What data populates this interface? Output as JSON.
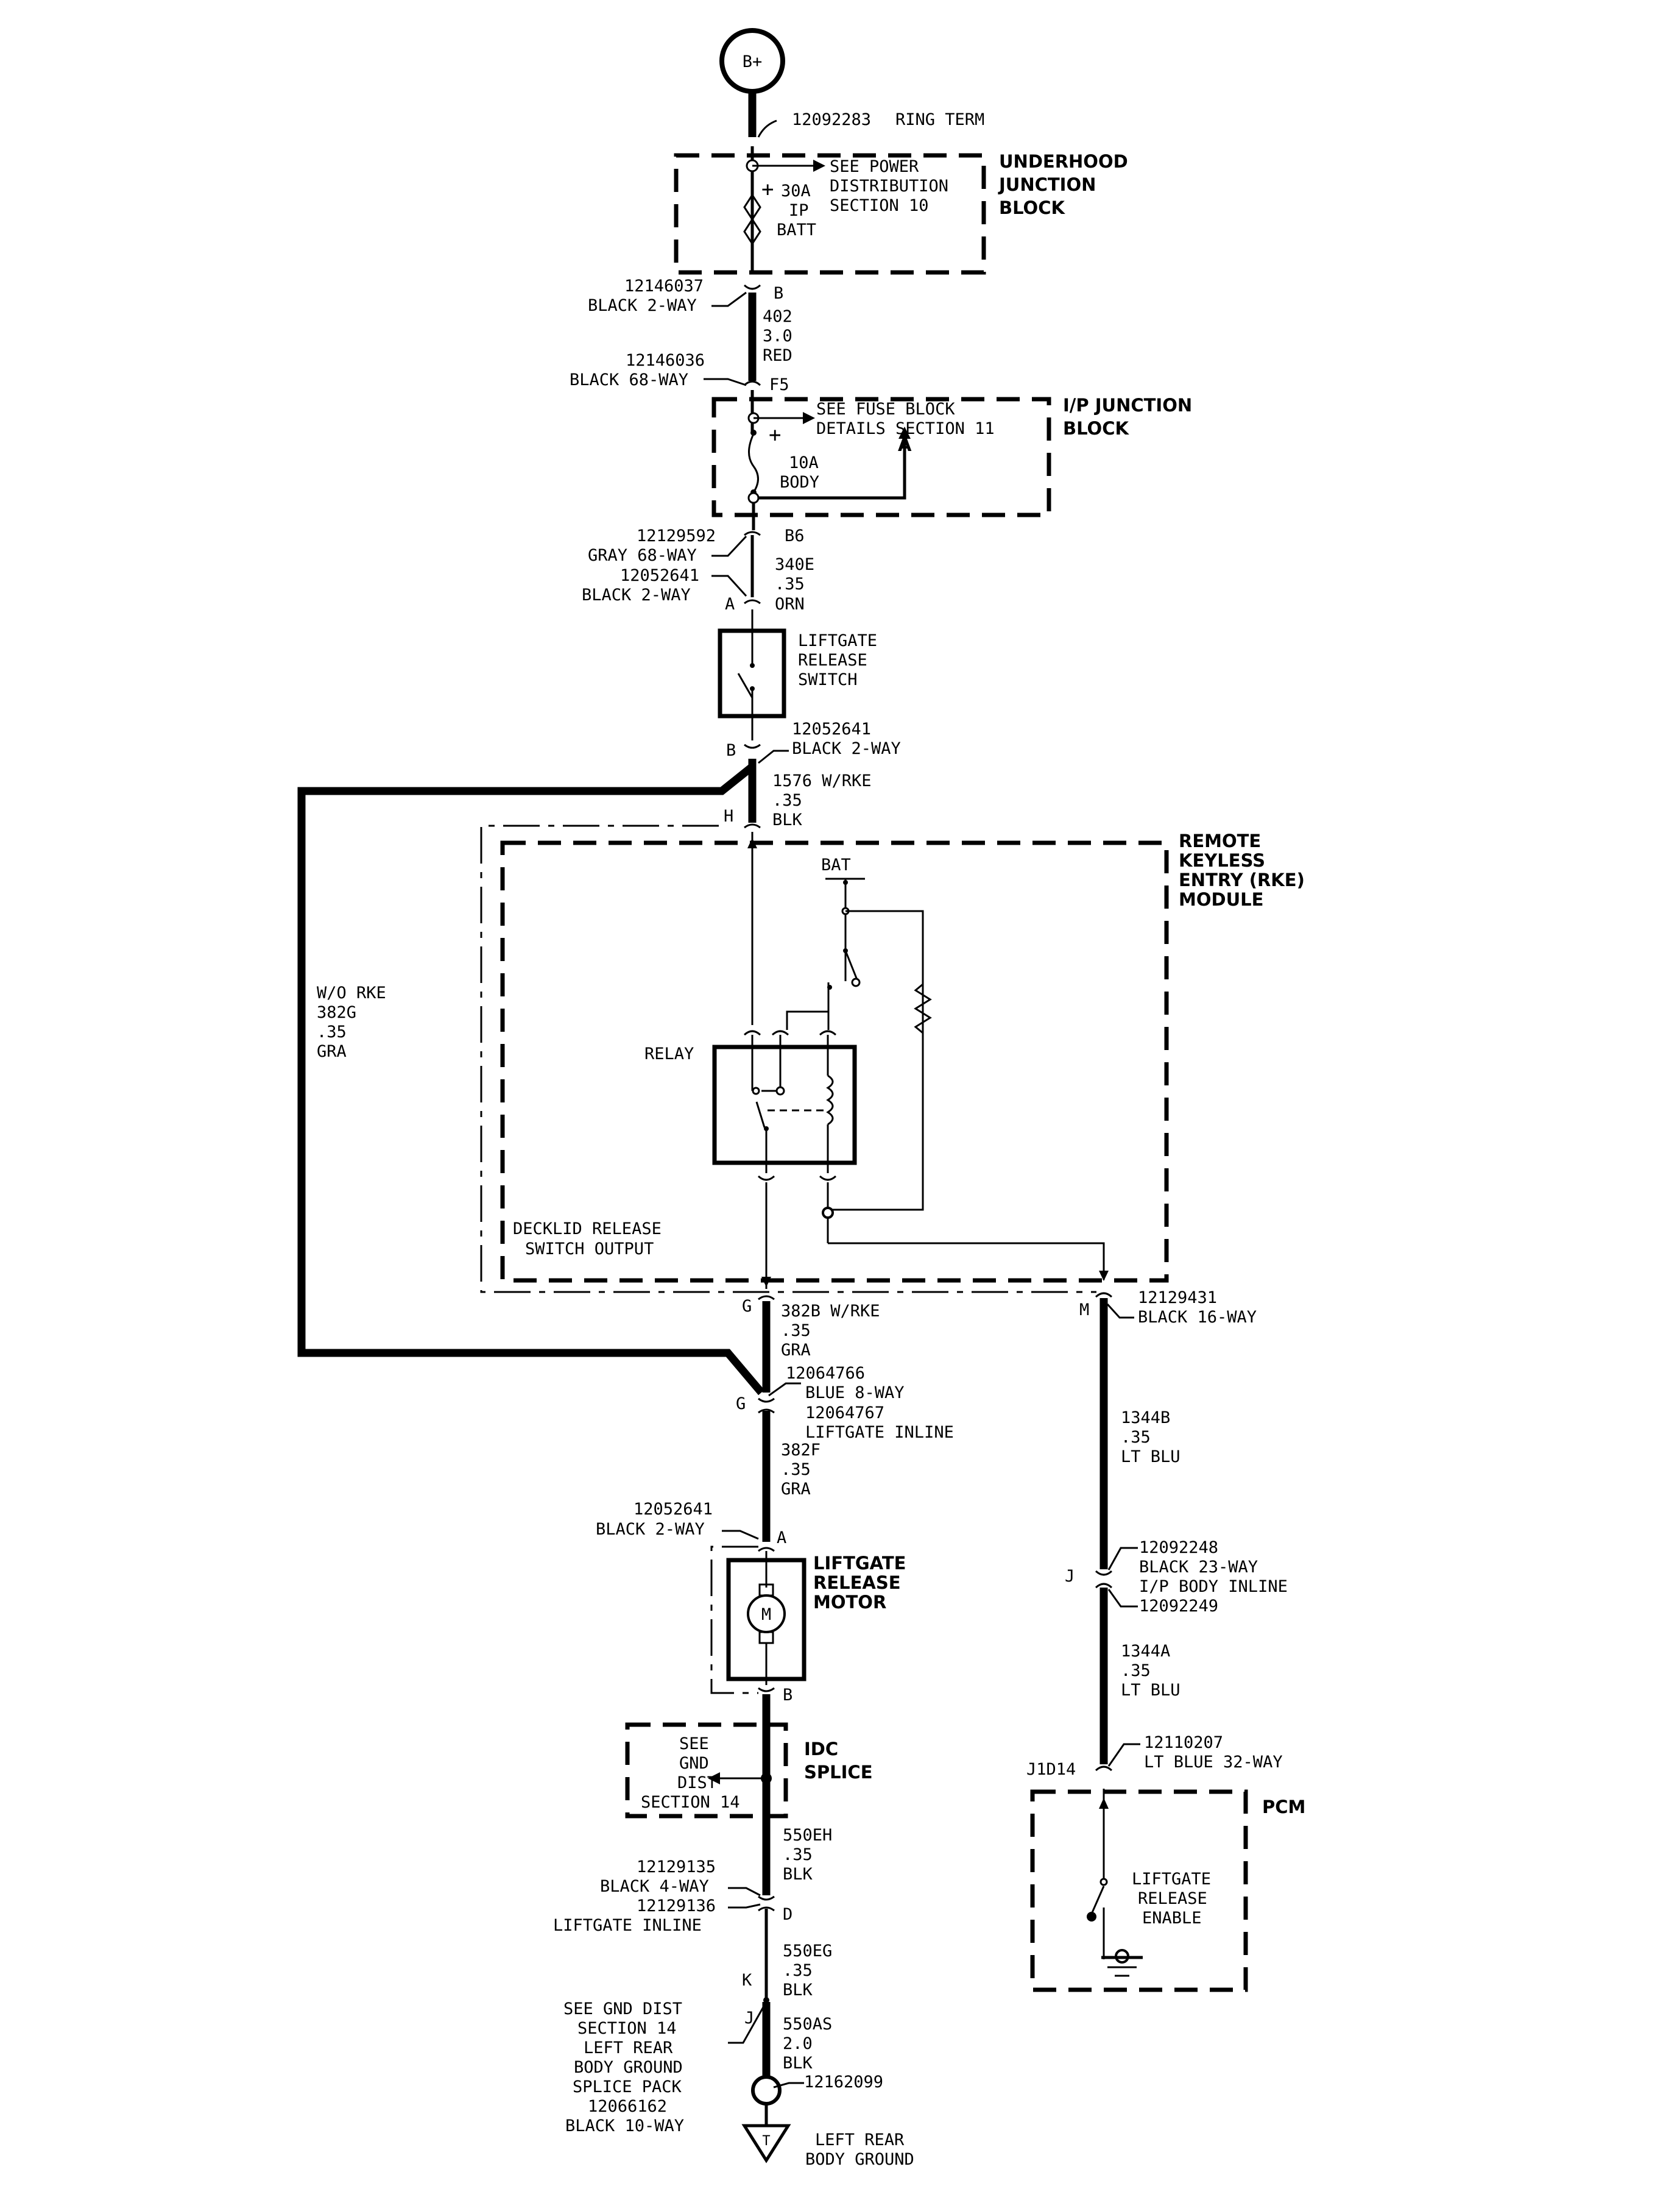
{
  "battery": {
    "label": "B+"
  },
  "ring_term": {
    "part": "12092283",
    "type": "RING TERM"
  },
  "underhood": {
    "title": [
      "UNDERHOOD",
      "JUNCTION",
      "BLOCK"
    ],
    "note": [
      "SEE POWER",
      "DISTRIBUTION",
      "SECTION 10"
    ],
    "fuse": [
      "30A",
      "IP",
      "BATT"
    ]
  },
  "conn_b": {
    "part": "12146037",
    "type": "BLACK 2-WAY",
    "pin": "B"
  },
  "wire_402": [
    "402",
    "3.0",
    "RED"
  ],
  "conn_f5": {
    "part": "12146036",
    "type": "BLACK 68-WAY",
    "pin": "F5"
  },
  "ip_junction": {
    "title": [
      "I/P JUNCTION",
      "BLOCK"
    ],
    "note": [
      "SEE FUSE BLOCK",
      "DETAILS SECTION 11"
    ],
    "fuse": [
      "10A",
      "BODY"
    ],
    "ref": "A"
  },
  "conn_b6": {
    "part1": "12129592",
    "type1": "GRAY 68-WAY",
    "part2": "12052641",
    "type2": "BLACK 2-WAY",
    "pin": "B6",
    "pin_a": "A"
  },
  "wire_340e": [
    "340E",
    ".35",
    "ORN"
  ],
  "switch": {
    "label": [
      "LIFTGATE",
      "RELEASE",
      "SWITCH"
    ]
  },
  "conn_sw_b": {
    "pin": "B",
    "part": "12052641",
    "type": "BLACK 2-WAY"
  },
  "wire_1576": [
    "1576  W/RKE",
    ".35",
    "BLK"
  ],
  "pin_h": "H",
  "bypass_wire": [
    "W/O RKE",
    "382G",
    ".35",
    "GRA"
  ],
  "rke": {
    "title": [
      "REMOTE",
      "KEYLESS",
      "ENTRY (RKE)",
      "MODULE"
    ],
    "bat": "BAT",
    "relay": "RELAY",
    "output": [
      "DECKLID RELEASE",
      "SWITCH OUTPUT"
    ]
  },
  "wire_382b": [
    "382B  W/RKE",
    ".35",
    "GRA"
  ],
  "pin_g_top": "G",
  "pin_m": "M",
  "conn_m": {
    "part": "12129431",
    "type": "BLACK 16-WAY"
  },
  "conn_inline_g": {
    "pin": "G",
    "part1": "12064766",
    "type1": "BLUE 8-WAY",
    "part2": "12064767",
    "type2": "LIFTGATE INLINE"
  },
  "wire_382f": [
    "382F",
    ".35",
    "GRA"
  ],
  "wire_1344b": [
    "1344B",
    ".35",
    "LT BLU"
  ],
  "motor_conn": {
    "part": "12052641",
    "type": "BLACK 2-WAY",
    "pin_a": "A",
    "pin_b": "B"
  },
  "motor": {
    "title": [
      "LIFTGATE",
      "RELEASE",
      "MOTOR"
    ],
    "symbol": "M"
  },
  "conn_j": {
    "pin": "J",
    "part1": "12092248",
    "type1": "BLACK 23-WAY",
    "type2": "I/P BODY INLINE",
    "part2": "12092249"
  },
  "wire_1344a": [
    "1344A",
    ".35",
    "LT BLU"
  ],
  "conn_pcm": {
    "pin": "J1D14",
    "part": "12110207",
    "type": "LT BLUE 32-WAY"
  },
  "pcm": {
    "title": "PCM",
    "label": [
      "LIFTGATE",
      "RELEASE",
      "ENABLE"
    ]
  },
  "idc": {
    "note": [
      "SEE",
      "GND",
      "DIST",
      "SECTION 14"
    ],
    "title": [
      "IDC",
      "SPLICE"
    ]
  },
  "wire_550eh": [
    "550EH",
    ".35",
    "BLK"
  ],
  "conn_d": {
    "part1": "12129135",
    "type1": "BLACK 4-WAY",
    "part2": "12129136",
    "type2": "LIFTGATE INLINE",
    "pin": "D"
  },
  "wire_550eg": [
    "550EG",
    ".35",
    "BLK"
  ],
  "splice_pins": [
    "K",
    "J"
  ],
  "splice_note": [
    "SEE GND DIST",
    "SECTION 14",
    "LEFT REAR",
    "BODY GROUND",
    "SPLICE PACK",
    "12066162",
    "BLACK 10-WAY"
  ],
  "wire_550as": [
    "550AS",
    "2.0",
    "BLK"
  ],
  "ground": {
    "part": "12162099",
    "symbol": "T",
    "label": [
      "LEFT REAR",
      "BODY GROUND"
    ]
  }
}
